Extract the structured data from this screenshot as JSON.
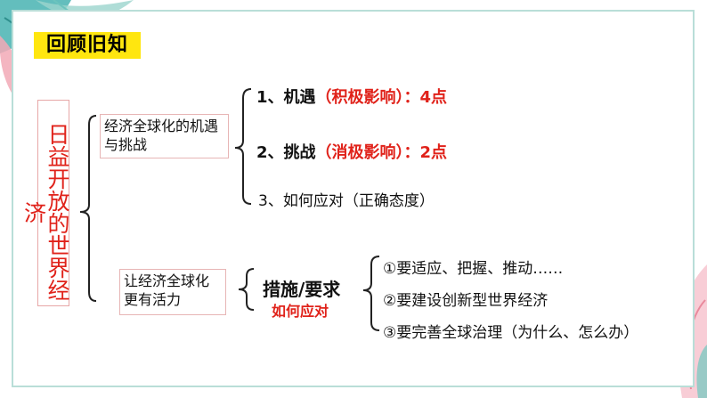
{
  "title": "回顾旧知",
  "root": "日益开放的世界经济",
  "branch1": {
    "label": "经济全球化的机遇与挑战",
    "items": [
      {
        "prefix": "1、机遇",
        "paren": "（积极影响）",
        "suffix": "：4点"
      },
      {
        "prefix": "2、挑战",
        "paren": "（消极影响）",
        "suffix": "：2点"
      },
      {
        "text": "3、如何应对（正确态度）"
      }
    ]
  },
  "branch2": {
    "label": "让经济全球化更有活力",
    "measure": "措施/要求",
    "howto": "如何应对",
    "items": [
      "①要适应、把握、推动……",
      "②要建设创新型世界经济",
      "③要完善全球治理（为什么、怎么办）"
    ]
  },
  "colors": {
    "accent_red": "#e0221a",
    "badge_yellow": "#ffe60f",
    "frame": "#b9ded8"
  }
}
